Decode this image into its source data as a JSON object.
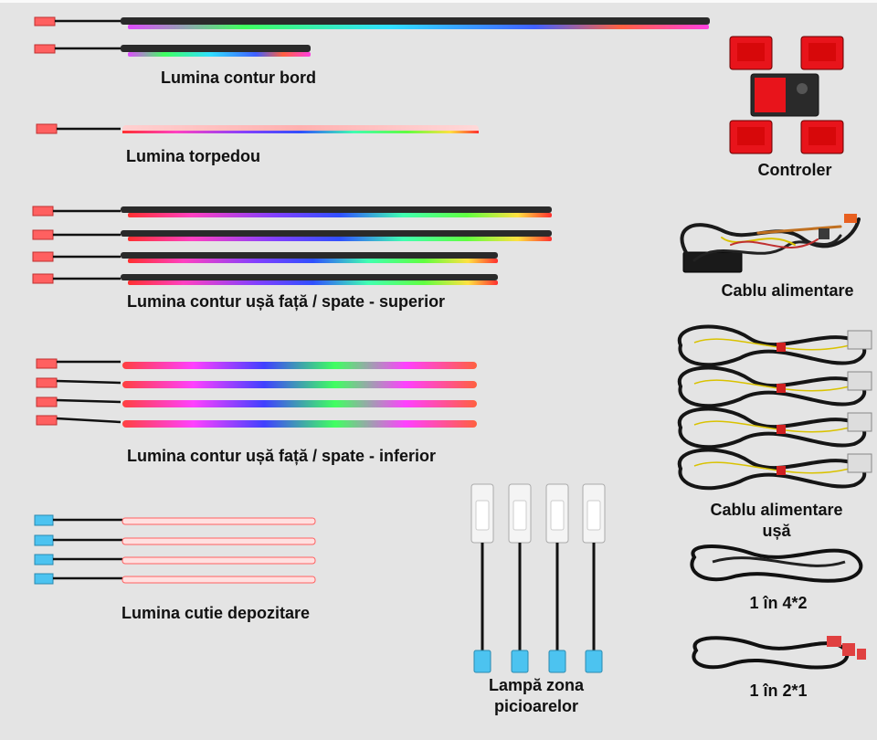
{
  "labels": {
    "dashboard": "Lumina contur bord",
    "glovebox": "Lumina torpedou",
    "door_upper": "Lumina contur ușă față / spate - superior",
    "door_lower": "Lumina contur ușă față / spate - inferior",
    "storage_box": "Lumina cutie depozitare",
    "footwell_line1": "Lampă zona",
    "footwell_line2": "picioarelor",
    "controller": "Controler",
    "power_cable": "Cablu alimentare",
    "door_power_line1": "Cablu alimentare",
    "door_power_line2": "ușă",
    "splitter_4x2": "1 în 4*2",
    "splitter_2x1": "1 în 2*1"
  },
  "colors": {
    "background": "#e4e4e4",
    "connector_red": "#ff5a5a",
    "connector_blue": "#4cc3f0",
    "controller_red": "#e8141b",
    "rgb_gradient": [
      "#3cff3c",
      "#c03cff",
      "#3c50ff",
      "#ff3cc8",
      "#ffe63c",
      "#ff3c3c"
    ]
  }
}
